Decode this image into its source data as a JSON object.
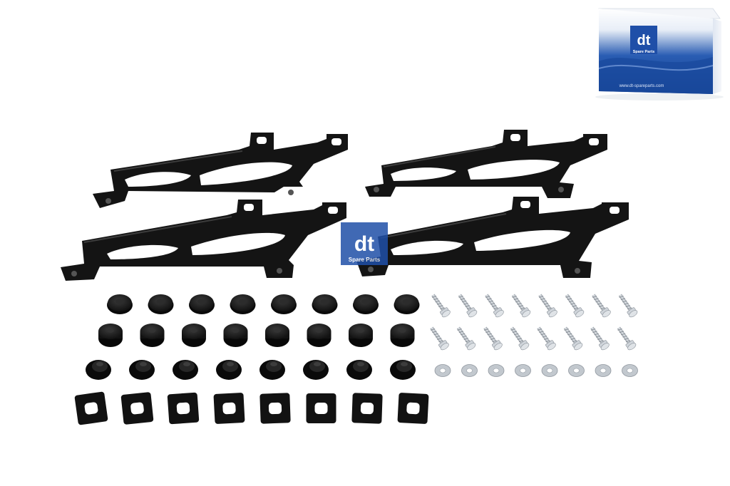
{
  "product_box": {
    "brand_logo": "dt",
    "brand_tagline": "Spare Parts",
    "website": "www.dt-spareparts.com"
  },
  "watermark": {
    "logo": "dt",
    "tagline": "Spare Parts"
  },
  "colors": {
    "brand_blue": "#1f4fa8",
    "part_black": "#151515",
    "bolt_silver": "#b9bfc6",
    "background": "#ffffff"
  },
  "kit_contents": {
    "brackets": 4,
    "rubber_buffers_row1": 8,
    "rubber_buffers_row2": 8,
    "rubber_buffers_row3": 8,
    "square_gaskets": 8,
    "screws_row1": 8,
    "screws_row2": 8,
    "washers": 8
  }
}
